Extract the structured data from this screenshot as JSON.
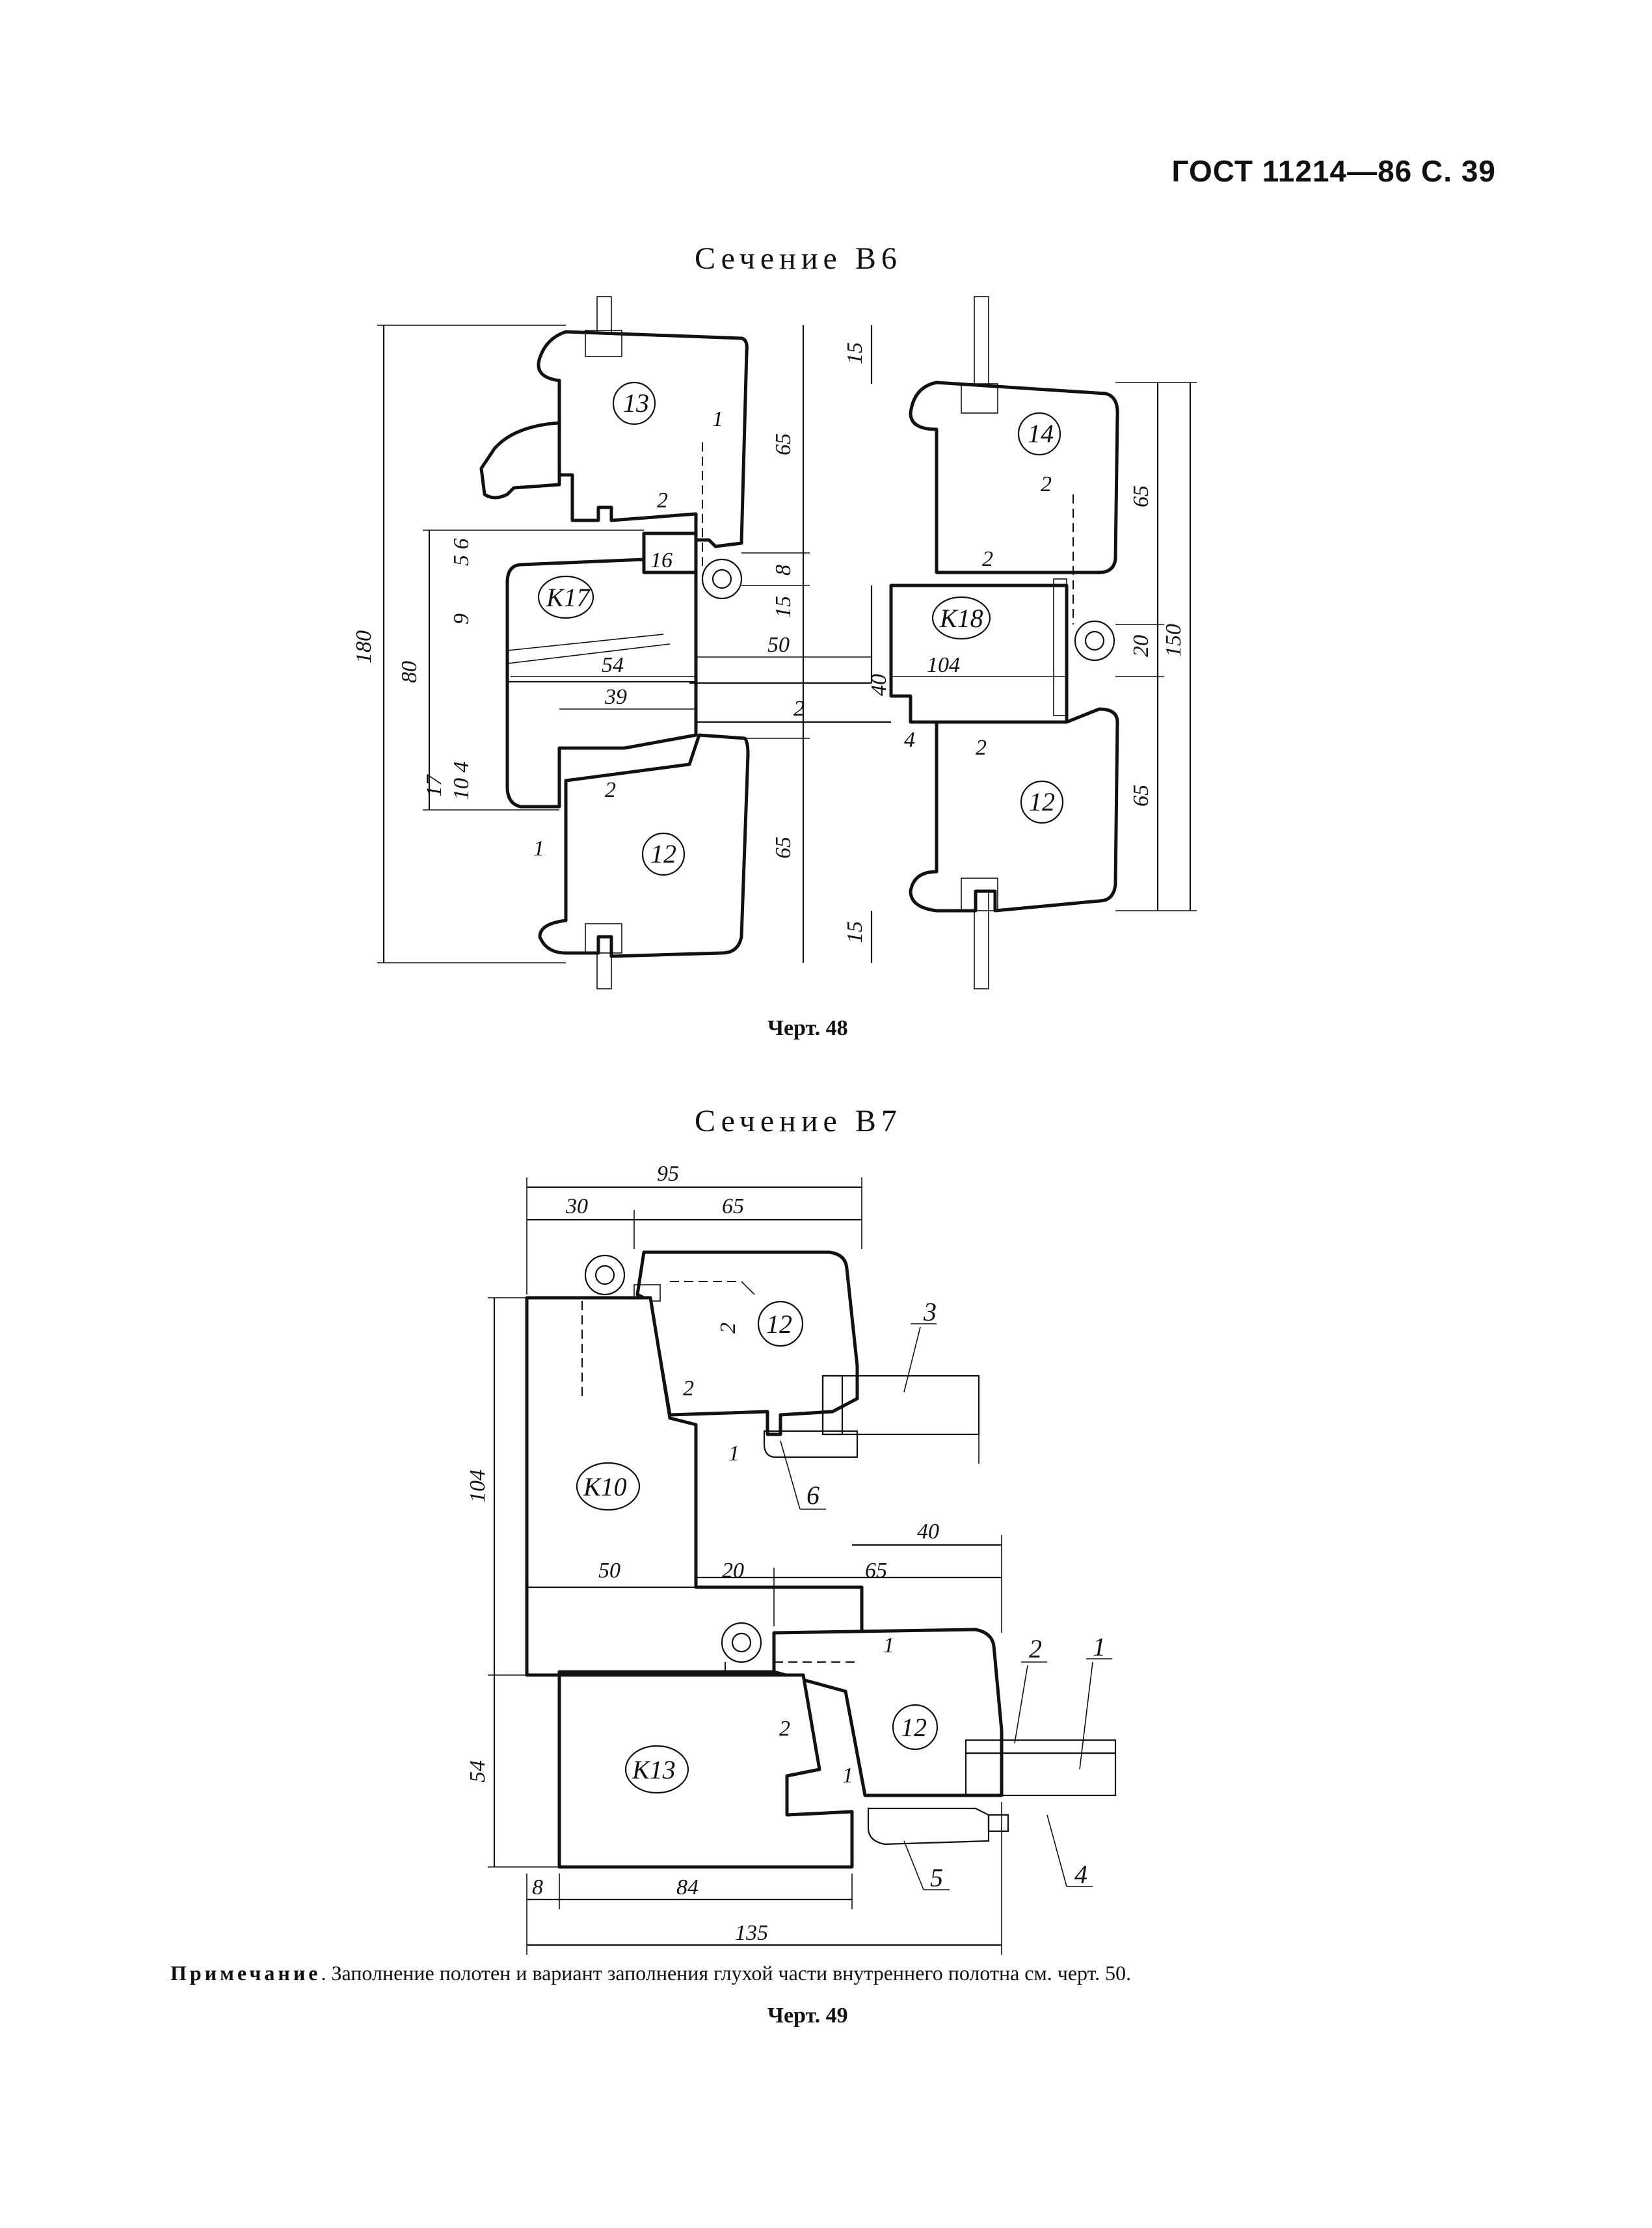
{
  "page": {
    "header": "ГОСТ 11214—86 С. 39",
    "figure48": {
      "title": "Сечение В6",
      "caption": "Черт. 48",
      "dims": {
        "d180": "180",
        "d80": "80",
        "d65a": "65",
        "d65b": "65",
        "d65c": "65",
        "d65d": "65",
        "d15a": "15",
        "d15b": "15",
        "d15c": "15",
        "d8": "8",
        "d56": "5 6",
        "d9": "9",
        "d16": "16",
        "d54": "54",
        "d50": "50",
        "d39": "39",
        "d104": "104",
        "d40": "40",
        "d20": "20",
        "d150": "150",
        "d17": "17",
        "d104b": "10 4",
        "d4": "4",
        "d1a": "1",
        "d1b": "1",
        "d2a": "2",
        "d2b": "2",
        "d2c": "2",
        "d2d": "2",
        "d2e": "2",
        "d2f": "2"
      },
      "labels": {
        "p13": "13",
        "p14": "14",
        "pK17": "K17",
        "pK18": "K18",
        "p12a": "12",
        "p12b": "12"
      }
    },
    "figure49": {
      "title": "Сечение В7",
      "caption": "Черт. 49",
      "dims": {
        "d95": "95",
        "d30": "30",
        "d65a": "65",
        "d104": "104",
        "d50": "50",
        "d20": "20",
        "d65b": "65",
        "d40": "40",
        "d54": "54",
        "d8": "8",
        "d84": "84",
        "d135": "135",
        "d2a": "2",
        "d2b": "2",
        "d2c": "2",
        "d1a": "1",
        "d1b": "1",
        "d1c": "1"
      },
      "labels": {
        "pK10": "K10",
        "pK13": "K13",
        "p12a": "12",
        "p12b": "12",
        "c1": "1",
        "c2": "2",
        "c3": "3",
        "c4": "4",
        "c5": "5",
        "c6": "6"
      }
    },
    "note": {
      "lead": "Примечание",
      "text": ". Заполнение полотен и вариант заполнения глухой части внутреннего полотна см. черт. 50."
    }
  }
}
